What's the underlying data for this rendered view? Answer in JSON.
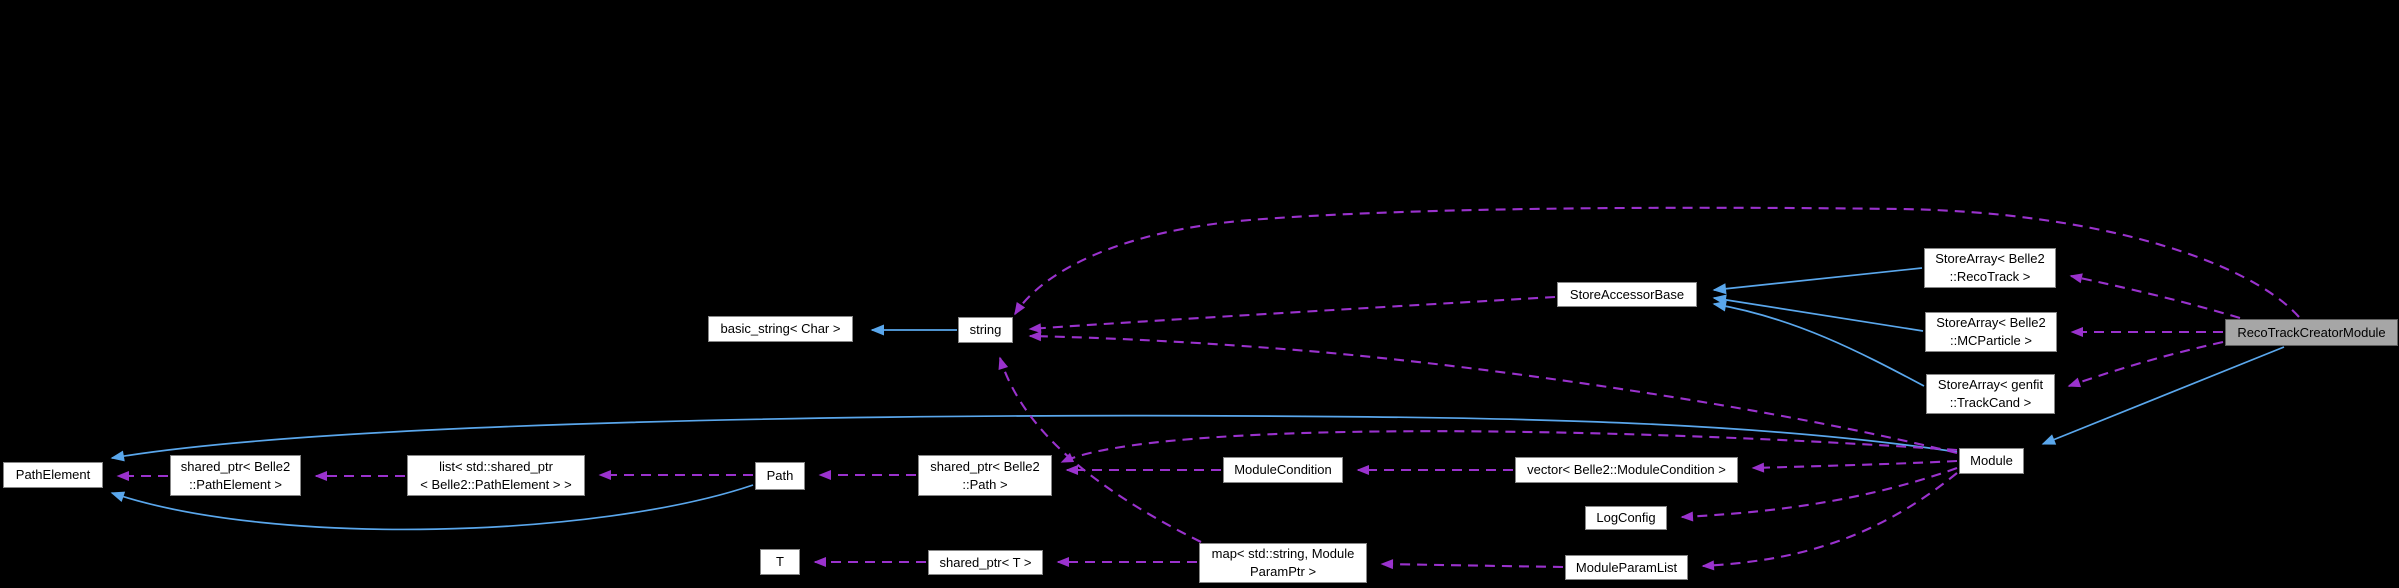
{
  "diagram": {
    "kind": "doxygen-collaboration-graph",
    "selected_node": "RecoTrackCreatorModule",
    "colors": {
      "background": "#000000",
      "inheritance_edge": "#5aa7ec",
      "usage_edge": "#9a32cd",
      "node_fill": "#ffffff",
      "node_border": "#878787",
      "selected_node_fill": "#a6a6a6",
      "node_text": "#000000"
    }
  },
  "nodes": {
    "path_element": {
      "label": "PathElement"
    },
    "shared_ptr_path_element": {
      "label": "shared_ptr< Belle2\n::PathElement >"
    },
    "list_shared_ptr_path_element": {
      "label": "list< std::shared_ptr\n< Belle2::PathElement > >"
    },
    "path": {
      "label": "Path"
    },
    "basic_string_char": {
      "label": "basic_string< Char >"
    },
    "string": {
      "label": "string"
    },
    "shared_ptr_path": {
      "label": "shared_ptr< Belle2\n::Path >"
    },
    "module_condition": {
      "label": "ModuleCondition"
    },
    "vector_module_condition": {
      "label": "vector< Belle2::ModuleCondition >"
    },
    "log_config": {
      "label": "LogConfig"
    },
    "module_param_list": {
      "label": "ModuleParamList"
    },
    "map_module_param": {
      "label": "map< std::string, Module\nParamPtr >"
    },
    "shared_ptr_t": {
      "label": "shared_ptr< T >"
    },
    "t": {
      "label": "T"
    },
    "store_accessor_base": {
      "label": "StoreAccessorBase"
    },
    "store_array_reco_track": {
      "label": "StoreArray< Belle2\n::RecoTrack >"
    },
    "store_array_mc_particle": {
      "label": "StoreArray< Belle2\n::MCParticle >"
    },
    "store_array_track_cand": {
      "label": "StoreArray< genfit\n::TrackCand >"
    },
    "module": {
      "label": "Module"
    },
    "reco_track_creator_module": {
      "label": "RecoTrackCreatorModule"
    }
  },
  "edges": [
    {
      "from": "string",
      "to": "basic_string_char",
      "type": "inheritance"
    },
    {
      "from": "store_array_reco_track",
      "to": "store_accessor_base",
      "type": "inheritance"
    },
    {
      "from": "store_array_mc_particle",
      "to": "store_accessor_base",
      "type": "inheritance"
    },
    {
      "from": "store_array_track_cand",
      "to": "store_accessor_base",
      "type": "inheritance"
    },
    {
      "from": "reco_track_creator_module",
      "to": "module",
      "type": "inheritance"
    },
    {
      "from": "module",
      "to": "path_element",
      "type": "inheritance"
    },
    {
      "from": "path",
      "to": "path_element",
      "type": "inheritance"
    },
    {
      "from": "shared_ptr_path_element",
      "to": "path_element",
      "type": "usage"
    },
    {
      "from": "list_shared_ptr_path_element",
      "to": "shared_ptr_path_element",
      "type": "usage"
    },
    {
      "from": "path",
      "to": "list_shared_ptr_path_element",
      "type": "usage"
    },
    {
      "from": "shared_ptr_path",
      "to": "path",
      "type": "usage"
    },
    {
      "from": "module_condition",
      "to": "shared_ptr_path",
      "type": "usage"
    },
    {
      "from": "vector_module_condition",
      "to": "module_condition",
      "type": "usage"
    },
    {
      "from": "module",
      "to": "vector_module_condition",
      "type": "usage"
    },
    {
      "from": "module",
      "to": "log_config",
      "type": "usage"
    },
    {
      "from": "module",
      "to": "module_param_list",
      "type": "usage"
    },
    {
      "from": "module_param_list",
      "to": "map_module_param",
      "type": "usage"
    },
    {
      "from": "map_module_param",
      "to": "shared_ptr_t",
      "type": "usage"
    },
    {
      "from": "shared_ptr_t",
      "to": "t",
      "type": "usage"
    },
    {
      "from": "map_module_param",
      "to": "string",
      "type": "usage"
    },
    {
      "from": "module",
      "to": "shared_ptr_path",
      "type": "usage"
    },
    {
      "from": "store_accessor_base",
      "to": "string",
      "type": "usage"
    },
    {
      "from": "module",
      "to": "string",
      "type": "usage"
    },
    {
      "from": "reco_track_creator_module",
      "to": "string",
      "type": "usage"
    },
    {
      "from": "reco_track_creator_module",
      "to": "store_array_reco_track",
      "type": "usage"
    },
    {
      "from": "reco_track_creator_module",
      "to": "store_array_mc_particle",
      "type": "usage"
    },
    {
      "from": "reco_track_creator_module",
      "to": "store_array_track_cand",
      "type": "usage"
    }
  ]
}
